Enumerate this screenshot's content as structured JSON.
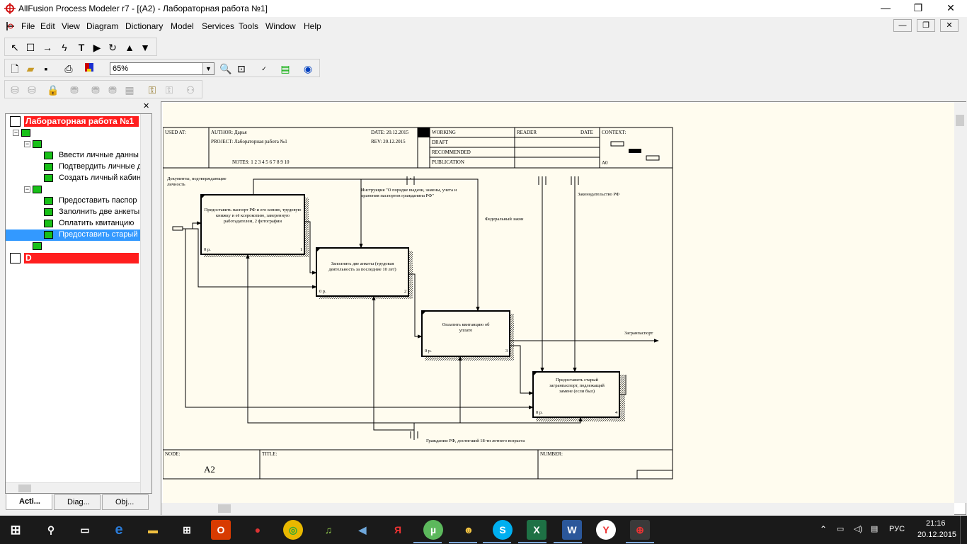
{
  "window": {
    "title": "AllFusion Process Modeler r7 - [(A2)  - Лабораторная работа №1]",
    "minimize": "—",
    "restore": "❐",
    "close": "✕"
  },
  "menu": [
    "File",
    "Edit",
    "View",
    "Diagram",
    "Dictionary",
    "Model",
    "Services",
    "Tools",
    "Window",
    "Help"
  ],
  "toolbar": {
    "zoom_value": "65%"
  },
  "tree": {
    "root_label": "Лабораторная работа №1",
    "group1": [
      "Ввести личные данны",
      "Подтвердить личные д",
      "Создать личный кабин"
    ],
    "group2": [
      "Предоставить паспор",
      "Заполнить две анкеты",
      "Оплатить квитанцию",
      "Предоставить старый"
    ],
    "second_root_label": "D"
  },
  "bottom_tabs": [
    "Acti...",
    "Diag...",
    "Obj..."
  ],
  "diagram": {
    "header": {
      "used_at": "USED AT:",
      "author": "AUTHOR:  Дарья",
      "project": "PROJECT:  Лабораторная работа №1",
      "notes": "NOTES:  1  2  3  4  5  6  7  8  9  10",
      "date": "DATE:   20.12.2015",
      "rev": "REV:     20.12.2015",
      "working": "WORKING",
      "draft": "DRAFT",
      "recommended": "RECOMMENDED",
      "publication": "PUBLICATION",
      "reader": "READER",
      "reader_date": "DATE",
      "context": "CONTEXT:",
      "node_ref": "A0"
    },
    "boxes": [
      {
        "text": "Предоставить паспорт РФ и его копию, трудовую книжку и её ксерокопию, заверенную работадателем, 2 фотографии",
        "cost": "0 р.",
        "num": "1"
      },
      {
        "text": "Заполнить две анкеты (трудовая деятельность за последние 10 лет)",
        "cost": "0 р.",
        "num": "2"
      },
      {
        "text": "Оплатить квитанцию об уплате",
        "cost": "0 р.",
        "num": "3"
      },
      {
        "text": "Предоставить старый загранпаспорт, подлежащий замене (если был)",
        "cost": "0 р.",
        "num": "4"
      }
    ],
    "labels": {
      "docs": "Документы, подтверждающие личность",
      "instruction": "Инструкция \"О порядке выдачи, замены, учета и хранения паспортов гражданина РФ\"",
      "federal_law": "Федеральный закон",
      "legislation": "Законодательство РФ",
      "output": "Загранпаспорт",
      "mechanism": "Граждании РФ, достигший 18-ти летнего возраста"
    },
    "footer": {
      "node": "NODE:",
      "node_value": "A2",
      "title": "TITLE:",
      "number": "NUMBER:"
    }
  },
  "tray": {
    "lang": "РУС",
    "time": "21:16",
    "date": "20.12.2015"
  },
  "colors": {
    "tree_red": "#ff1e1e",
    "tree_green": "#18c018",
    "page_bg": "#fffcef",
    "taskbar": "#1a1a1a"
  }
}
